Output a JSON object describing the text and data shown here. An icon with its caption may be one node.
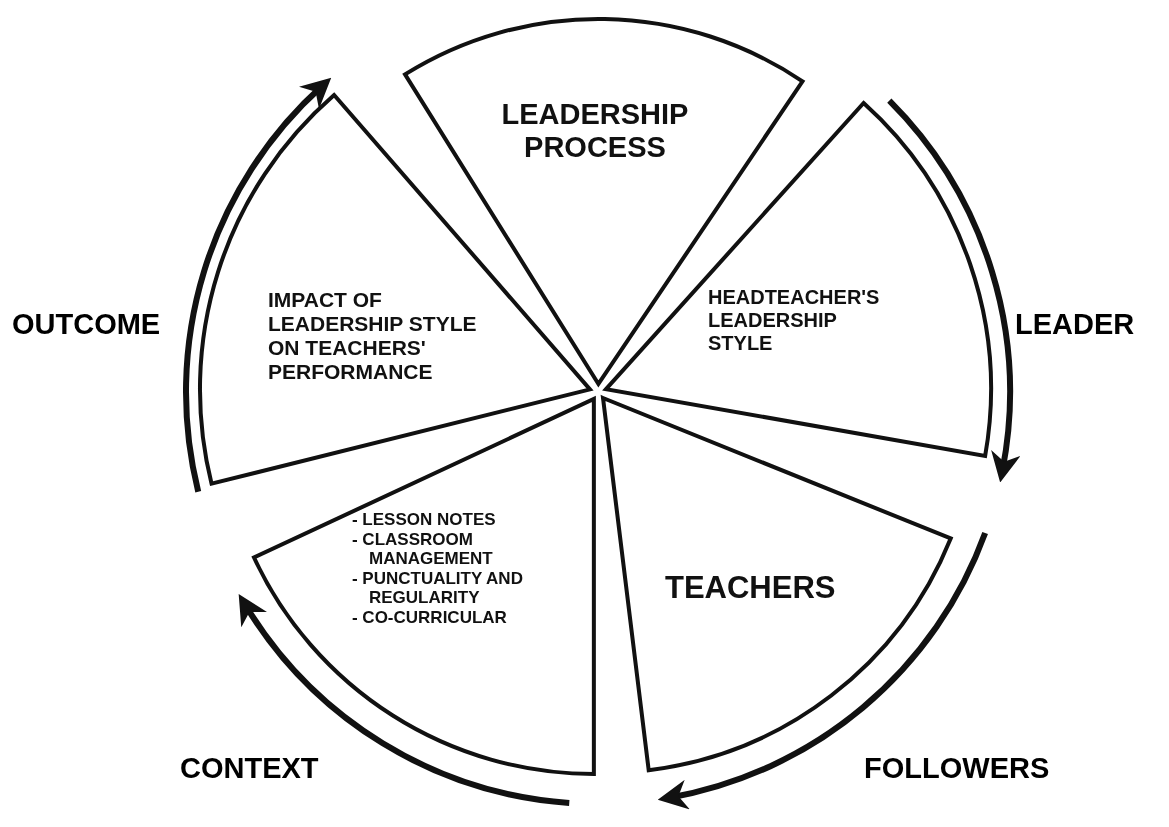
{
  "diagram": {
    "nodes": [
      {
        "text": [
          "LEADERSHIP PROCESS"
        ]
      },
      {
        "text": [
          "HEADTEACHER'S LEADERSHIP STYLE"
        ]
      },
      {
        "text": [
          "TEACHERS"
        ]
      },
      {
        "text": [
          "- LESSON NOTES",
          "- CLASSROOM MANAGEMENT",
          "- PUNCTUALITY AND REGULARITY",
          "- CO-CURRICULAR"
        ]
      },
      {
        "text": [
          "IMPACT OF LEADERSHIP STYLE ON TEACHERS' PERFORMANCE"
        ]
      }
    ],
    "labels": [
      "OUTCOME",
      "LEADER",
      "CONTEXT",
      "FOLLOWERS"
    ]
  }
}
